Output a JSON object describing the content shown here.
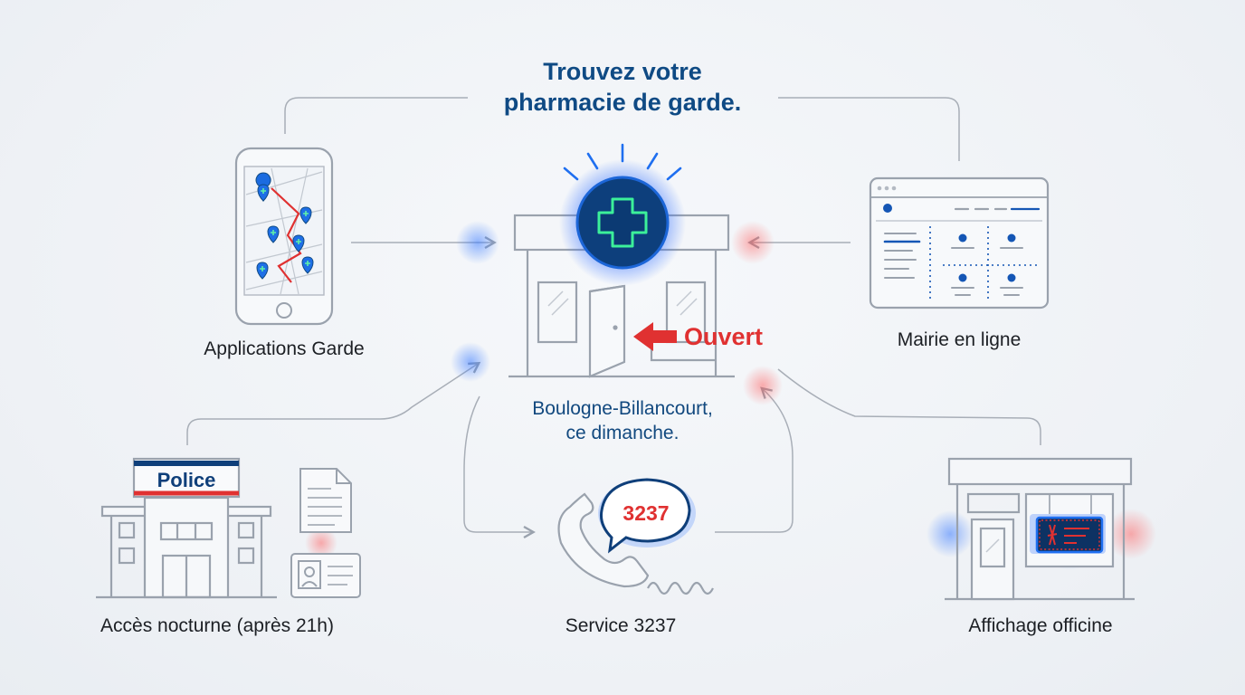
{
  "diagram": {
    "title_line1": "Trouvez votre",
    "title_line2": "pharmacie de garde.",
    "center": {
      "open_label": "Ouvert",
      "location_line1": "Boulogne-Billancourt,",
      "location_line2": "ce dimanche."
    },
    "sources": {
      "apps": {
        "label": "Applications Garde"
      },
      "mairie": {
        "label": "Mairie en ligne"
      },
      "police": {
        "label": "Accès nocturne (après 21h)",
        "sign": "Police"
      },
      "service": {
        "label": "Service 3237",
        "number": "3237"
      },
      "affichage": {
        "label": "Affichage officine"
      }
    }
  },
  "colors": {
    "line_gray": "#9aa2ad",
    "navy": "#0f4a84",
    "red": "#e03131",
    "green": "#2ee08a",
    "blue_glow": "#3a7bff"
  },
  "icons": [
    "smartphone-map-icon",
    "pharmacy-building-icon",
    "medical-cross-icon",
    "browser-window-icon",
    "police-station-icon",
    "document-icon",
    "id-card-icon",
    "telephone-icon",
    "speech-bubble-icon",
    "shopfront-icon",
    "arrow-icon"
  ]
}
